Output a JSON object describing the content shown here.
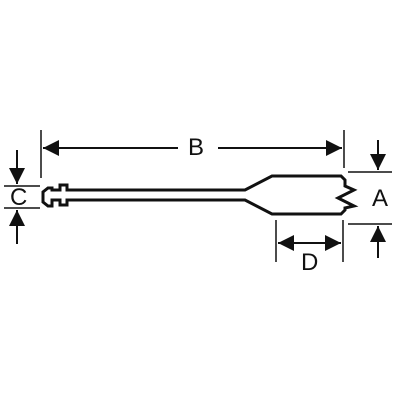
{
  "dimensions": {
    "A": "A",
    "B": "B",
    "C": "C",
    "D": "D"
  },
  "colors": {
    "line": "#111111",
    "background": "#ffffff"
  }
}
